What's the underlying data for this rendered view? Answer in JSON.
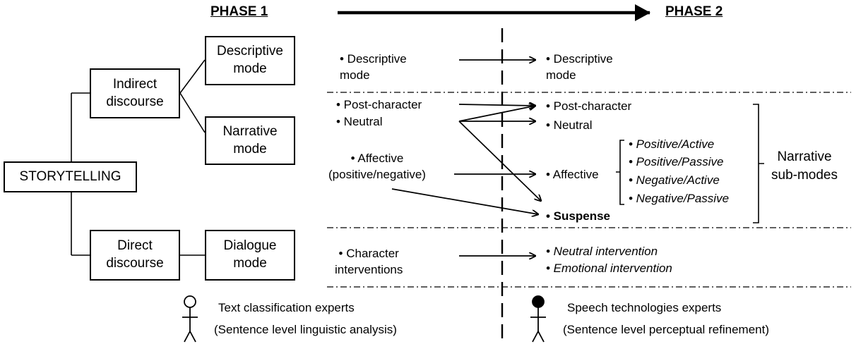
{
  "phases": {
    "phase1": "PHASE 1",
    "phase2": "PHASE 2"
  },
  "tree": {
    "root": "STORYTELLING",
    "indirect": "Indirect\ndiscourse",
    "direct": "Direct\ndiscourse",
    "descriptive_mode": "Descriptive\nmode",
    "narrative_mode": "Narrative\nmode",
    "dialogue_mode": "Dialogue\nmode"
  },
  "phase1_items": {
    "descriptive": "• Descriptive\n   mode",
    "post_character": "• Post-character",
    "neutral": "• Neutral",
    "affective": "• Affective\n(positive/negative)",
    "character": "• Character\ninterventions"
  },
  "phase2_items": {
    "descriptive": "• Descriptive\n   mode",
    "post_character": "• Post-character",
    "neutral": "• Neutral",
    "affective": "• Affective",
    "suspense": "• Suspense",
    "neutral_intervention": "• Neutral intervention",
    "emotional_intervention": "• Emotional intervention"
  },
  "affective_submodes": [
    "• Positive/Active",
    "• Positive/Passive",
    "• Negative/Active",
    "• Negative/Passive"
  ],
  "narrative_submodes_label": "Narrative\nsub-modes",
  "experts": {
    "left_title": "Text classification experts",
    "left_detail": "(Sentence level linguistic analysis)",
    "right_title": "Speech technologies experts",
    "right_detail": "(Sentence level perceptual refinement)"
  },
  "icons": {
    "left_person": "person-outline-icon",
    "right_person": "person-filled-icon"
  }
}
